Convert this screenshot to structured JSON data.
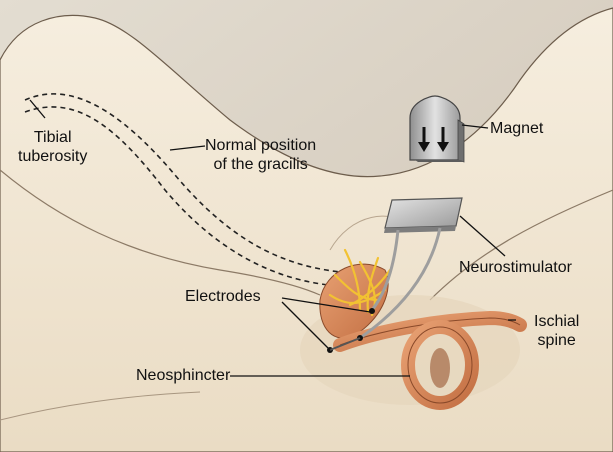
{
  "labels": {
    "tibial_tuberosity": [
      "Tibial",
      "tuberosity"
    ],
    "gracilis_normal_position": [
      "Normal position",
      "of the gracilis"
    ],
    "magnet": "Magnet",
    "neurostimulator": "Neurostimulator",
    "electrodes": "Electrodes",
    "ischial_spine": [
      "Ischial",
      "spine"
    ],
    "neosphincter": "Neosphincter"
  },
  "colors": {
    "background": "#d9d0c4",
    "skin": "#f1e6d2",
    "muscle": "#d68a5a",
    "nerve": "#f1c43a",
    "device": "#a8a8a8"
  },
  "icons": {
    "magnet": "arrow-down-icon"
  }
}
